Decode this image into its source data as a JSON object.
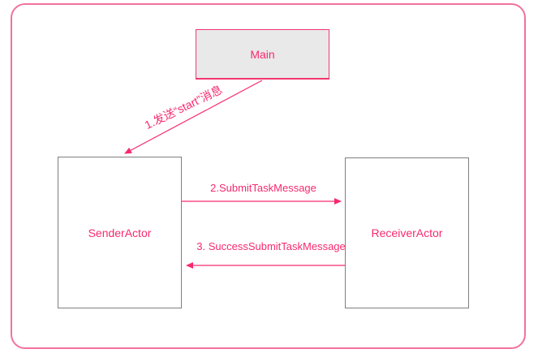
{
  "diagram": {
    "nodes": {
      "main": {
        "label": "Main"
      },
      "sender": {
        "label": "SenderActor"
      },
      "receiver": {
        "label": "ReceiverActor"
      }
    },
    "messages": {
      "start": {
        "label": "1.发送“start”消息",
        "from": "Main",
        "to": "SenderActor"
      },
      "submit": {
        "label": "2.SubmitTaskMessage",
        "from": "SenderActor",
        "to": "ReceiverActor"
      },
      "success": {
        "label": "3. SuccessSubmitTaskMessage",
        "from": "ReceiverActor",
        "to": "SenderActor"
      }
    }
  },
  "colors": {
    "canvas_border": "#f2719f",
    "main_border": "#f2366f",
    "main_fill": "#e9e9e9",
    "accent": "#f72a6f",
    "actor_border": "#7f7f7f",
    "actor_fill": "#ffffff",
    "background": "#ffffff"
  }
}
